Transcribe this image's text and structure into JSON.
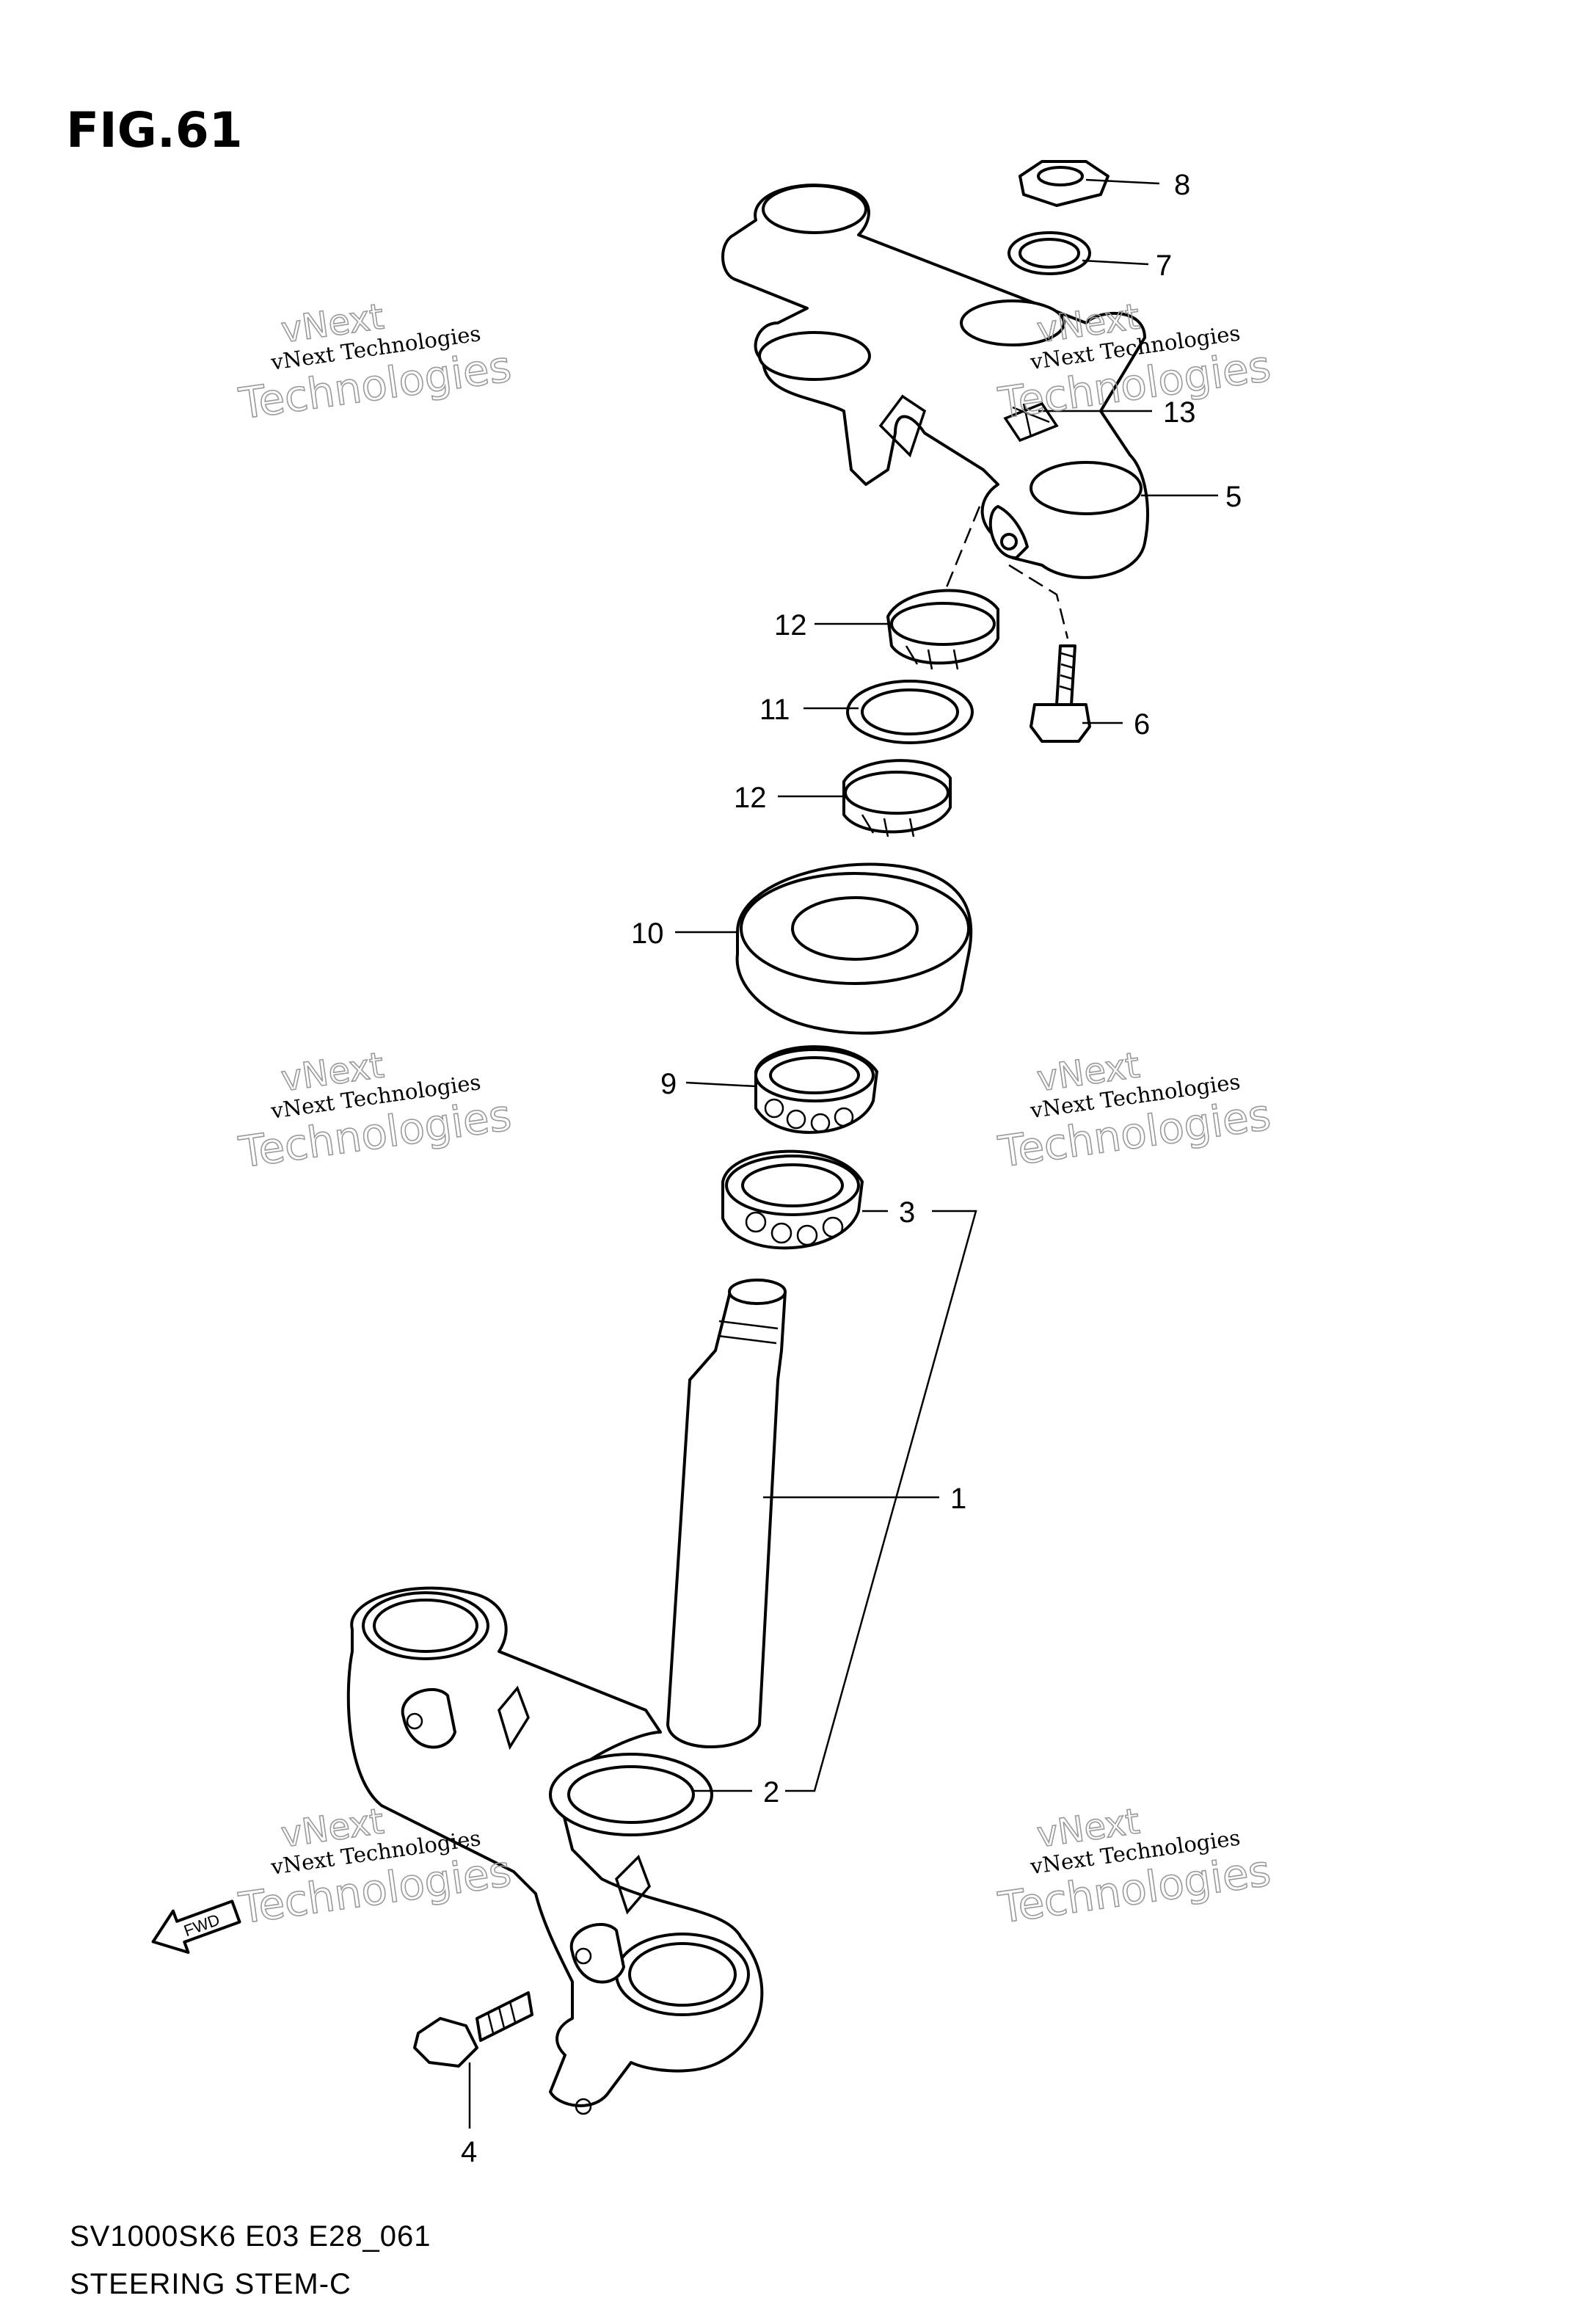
{
  "figure": {
    "title": "FIG.61",
    "code": "SV1000SK6 E03 E28_061",
    "name": "STEERING STEM-C"
  },
  "callouts": [
    "8",
    "7",
    "13",
    "5",
    "12",
    "11",
    "6",
    "12",
    "10",
    "9",
    "3",
    "1",
    "2",
    "4"
  ],
  "arrow_label": "FWD",
  "watermark": {
    "line1": "vNext Technologies",
    "big1": "vNext",
    "big2": "Technologies"
  }
}
